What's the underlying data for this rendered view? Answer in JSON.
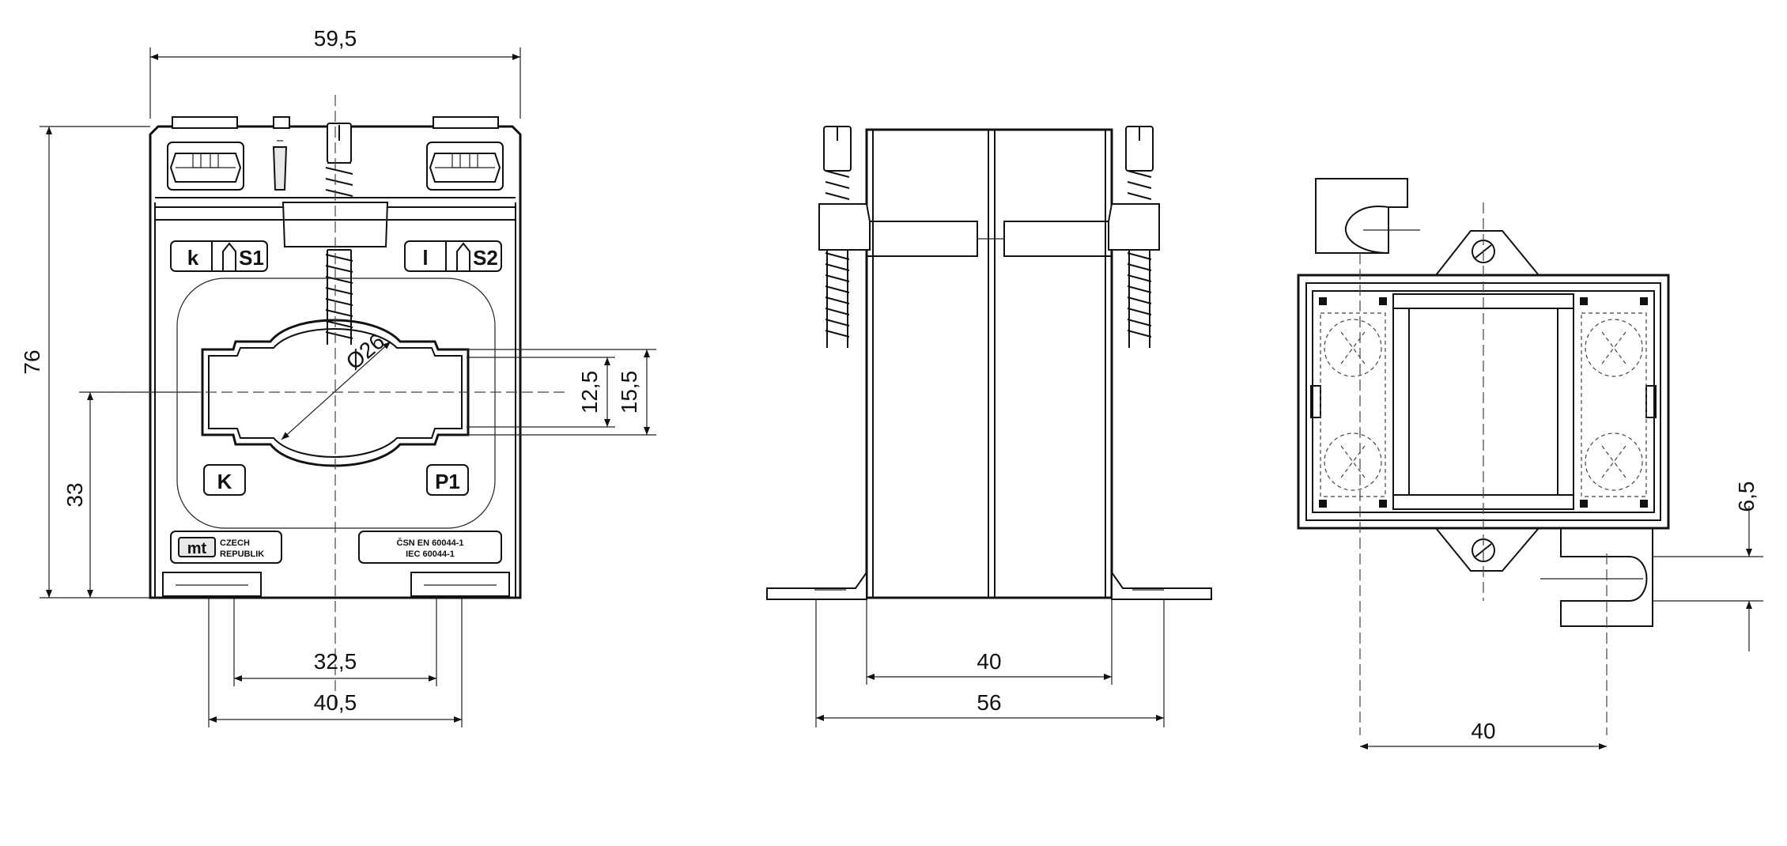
{
  "front_view": {
    "overall_width": "59,5",
    "overall_height": "76",
    "center_height": "33",
    "window_inner": "12,5",
    "window_outer": "15,5",
    "aperture_diameter": "Ø26",
    "terminal_pitch": "32,5",
    "base_width": "40,5",
    "terminal_left": "k",
    "terminal_s1": "S1",
    "terminal_right": "l",
    "terminal_s2": "S2",
    "primary_k": "K",
    "primary_p1": "P1",
    "maker_logo": "mt",
    "origin_line1": "CZECH",
    "origin_line2": "REPUBLIK",
    "standard_line1": "ČSN EN 60044-1",
    "standard_line2": "IEC 60044-1"
  },
  "side_view": {
    "body_width": "40",
    "base_width": "56"
  },
  "bottom_view": {
    "mount_spacing": "40",
    "slot_dim": "6,5"
  }
}
